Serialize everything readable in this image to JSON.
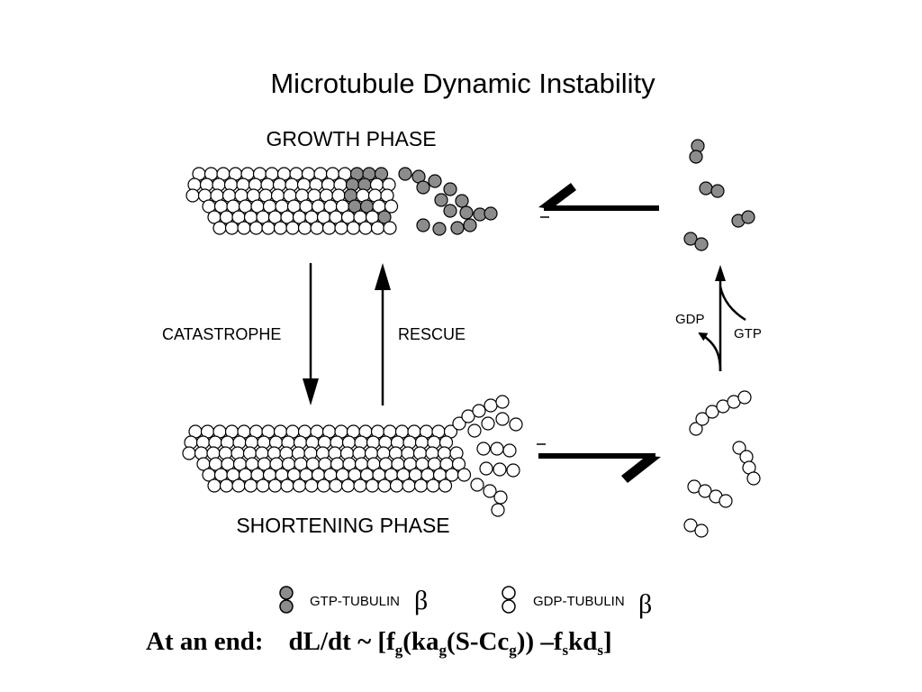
{
  "title": "Microtubule Dynamic Instability",
  "labels": {
    "growth_phase": "GROWTH PHASE",
    "shortening_phase": "SHORTENING PHASE",
    "catastrophe": "CATASTROPHE",
    "rescue": "RESCUE",
    "gdp": "GDP",
    "gtp": "GTP"
  },
  "legend": {
    "gtp_tubulin": "GTP-TUBULIN",
    "gdp_tubulin": "GDP-TUBULIN",
    "beta_symbol": "β"
  },
  "colors": {
    "gtp_tubulin_fill": "#8c8c8c",
    "gdp_tubulin_fill": "#ffffff",
    "outline": "#000000"
  },
  "formula": {
    "prefix": "At an end:",
    "p1": "dL/dt ~ [f",
    "s1": "g",
    "p2": "(ka",
    "s2": "g",
    "p3": "(S-Cc",
    "s3": "g",
    "p4": ")) –f",
    "s4": "s",
    "p5": "kd",
    "s5": "s",
    "p6": "]"
  }
}
